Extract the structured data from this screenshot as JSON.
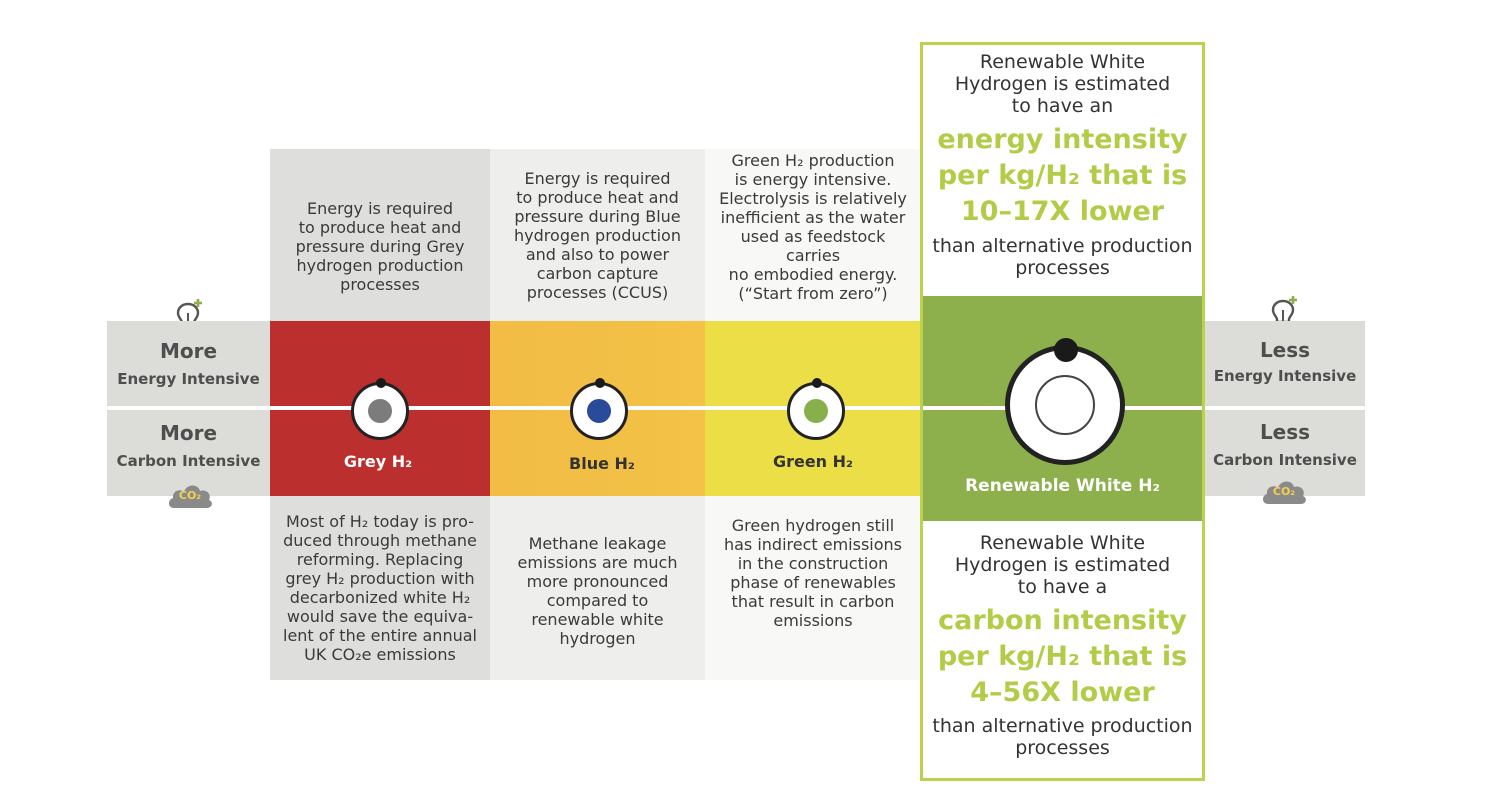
{
  "colors": {
    "grey": "#bb2f2f",
    "blue": "#f2bc45",
    "green": "#ebde47",
    "white": "#8daf4c",
    "accent": "#bcd24f",
    "grey_dot": "#7c7c7c",
    "blue_dot": "#2a4a9a",
    "green_dot": "#87b04a"
  },
  "left_side": {
    "energy_top": "More",
    "energy_bottom": "Energy Intensive",
    "carbon_top": "More",
    "carbon_bottom": "Carbon Intensive",
    "cloud_text": "CO₂",
    "bulb_icon": "lightbulb-plus-icon",
    "cloud_icon": "co2-cloud-icon"
  },
  "right_side": {
    "energy_top": "Less",
    "energy_bottom": "Energy Intensive",
    "carbon_top": "Less",
    "carbon_bottom": "Carbon Intensive",
    "cloud_text": "CO₂",
    "bulb_icon": "lightbulb-plus-icon",
    "cloud_icon": "co2-cloud-icon"
  },
  "categories": [
    {
      "label": "Grey H₂",
      "top_text": "Energy is required\nto produce heat and\npressure during Grey\nhydrogen production\nprocesses",
      "bottom_text": "Most of H₂ today is pro-\nduced through methane\nreforming. Replacing\ngrey H₂ production with\ndecarbonized white H₂\nwould save the equiva-\nlent of the entire annual\nUK CO₂e emissions"
    },
    {
      "label": "Blue H₂",
      "top_text": "Energy is required\nto produce heat and\npressure during Blue\nhydrogen production\nand also to power\ncarbon capture\nprocesses (CCUS)",
      "bottom_text": "Methane leakage\nemissions are much\nmore pronounced\ncompared to\nrenewable white\nhydrogen"
    },
    {
      "label": "Green H₂",
      "top_text": "Green H₂ production\nis energy intensive.\nElectrolysis is relatively\ninefficient as the water\nused as feedstock carries\nno embodied energy.\n(“Start from zero”)",
      "bottom_text": "Green hydrogen still\nhas indirect emissions\nin the construction\nphase of renewables\nthat result in carbon\nemissions"
    },
    {
      "label": "Renewable White H₂"
    }
  ],
  "white_panel": {
    "top_intro": "Renewable White\nHydrogen is estimated\nto have an",
    "top_highlight": "energy intensity\nper kg/H₂ that is\n10–17X lower",
    "top_outro": "than alternative production\nprocesses",
    "bottom_intro": "Renewable White\nHydrogen is estimated\nto have a",
    "bottom_highlight": "carbon intensity\nper kg/H₂ that is\n4–56X lower",
    "bottom_outro": "than alternative production\nprocesses"
  }
}
